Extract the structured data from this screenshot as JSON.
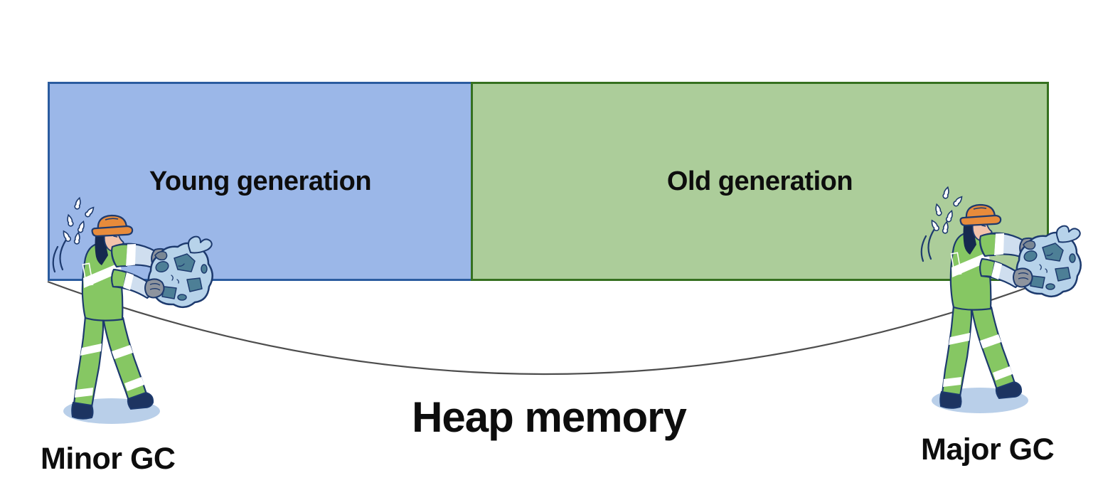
{
  "boxes": {
    "young": {
      "label": "Young generation",
      "fill": "#9bb7e8",
      "border": "#2b5c9f"
    },
    "old": {
      "label": "Old generation",
      "fill": "#accd9a",
      "border": "#35701f"
    }
  },
  "labels": {
    "heap": "Heap memory",
    "minor_gc": "Minor GC",
    "major_gc": "Major GC"
  },
  "icons": {
    "minor_worker": "garbage-collector-worker-icon",
    "major_worker": "garbage-collector-worker-icon"
  },
  "colors": {
    "rope": "#4d4d4d",
    "text": "#0d0d0d",
    "helmet_orange": "#e78b3b",
    "vest_green": "#86c763",
    "sleeve_blue": "#cfdeef",
    "skin": "#f2c3ac",
    "bag_blue": "#b7d3ea",
    "bag_contents": "#4d7f96",
    "glove_gray": "#8e949e",
    "outline_navy": "#1d3a6e",
    "boot_navy": "#1d3461",
    "shadow_blue": "#b9cfe9"
  }
}
